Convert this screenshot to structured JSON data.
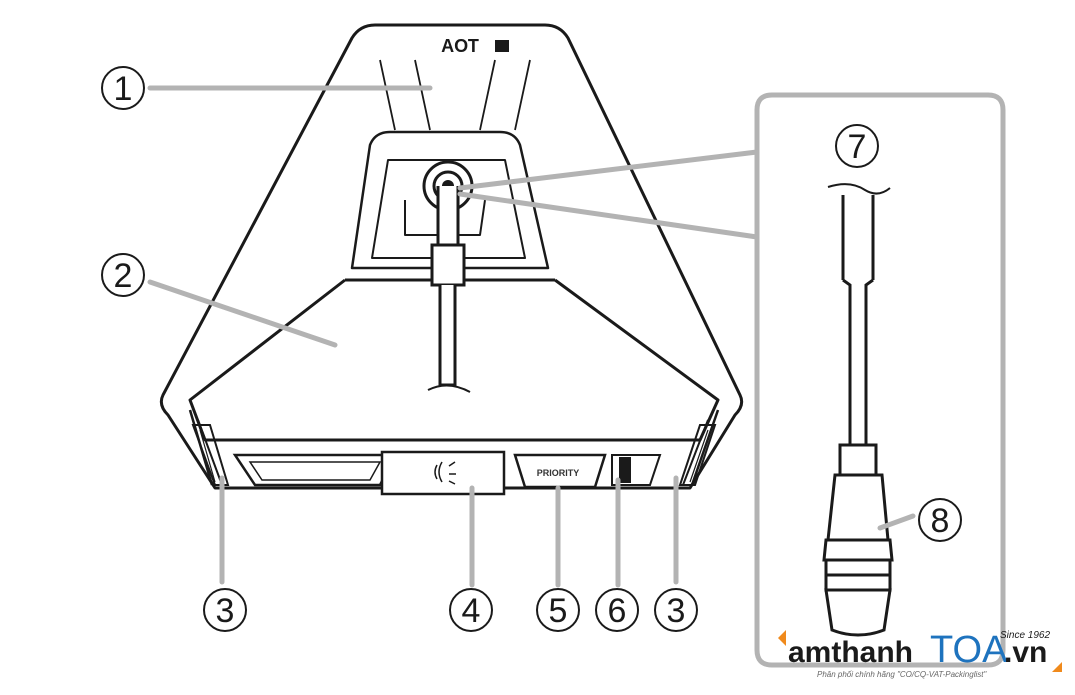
{
  "device": {
    "brand_mark": "TOA",
    "priority_label": "PRIORITY"
  },
  "callouts": [
    {
      "id": "1",
      "label": "1"
    },
    {
      "id": "2",
      "label": "2"
    },
    {
      "id": "3a",
      "label": "3"
    },
    {
      "id": "4",
      "label": "4"
    },
    {
      "id": "5",
      "label": "5"
    },
    {
      "id": "6",
      "label": "6"
    },
    {
      "id": "3b",
      "label": "3"
    },
    {
      "id": "7",
      "label": "7"
    },
    {
      "id": "8",
      "label": "8"
    }
  ],
  "watermark": {
    "prefix": "amthanh",
    "brand": "TOA",
    "suffix": ".vn",
    "since": "Since 1962",
    "tagline": "Phân phối chính hãng \"CO/CQ-VAT-Packinglist\"",
    "colors": {
      "dark": "#1a1a1a",
      "accent": "#f08a1c",
      "blue": "#1e73be"
    }
  }
}
